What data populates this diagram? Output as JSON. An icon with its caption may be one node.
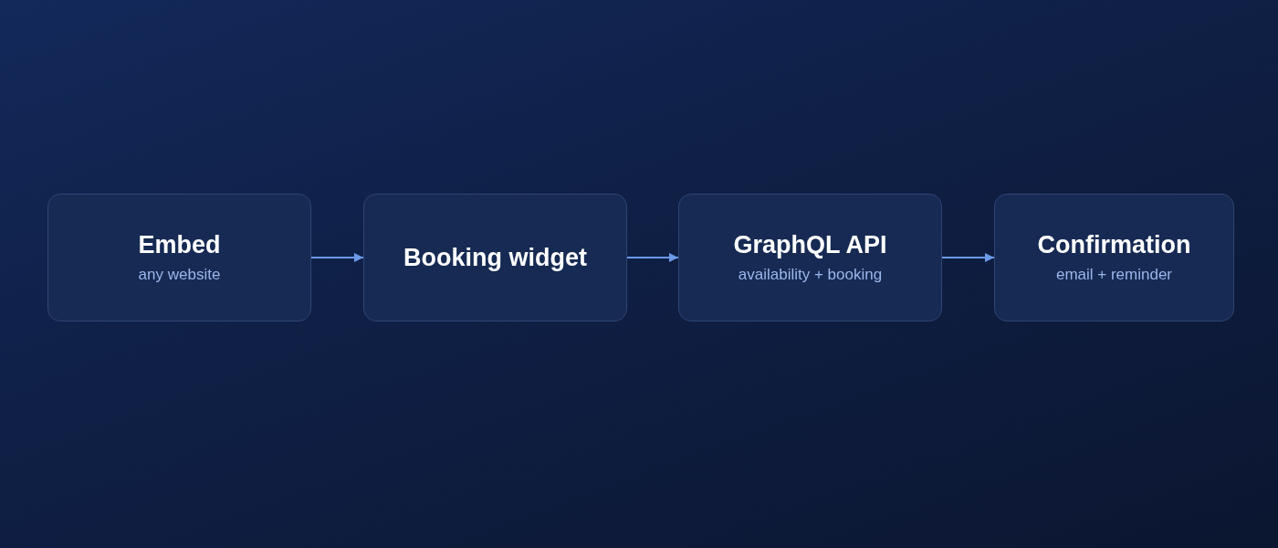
{
  "diagram": {
    "nodes": [
      {
        "text": [
          "Embed",
          "any website"
        ]
      },
      {
        "text": [
          "Booking widget"
        ]
      },
      {
        "text": [
          "GraphQL API",
          "availability + booking"
        ]
      },
      {
        "text": [
          "Confirmation",
          "email + reminder"
        ]
      }
    ],
    "edges": [
      {
        "from": 0,
        "to": 1,
        "arrow": "to"
      },
      {
        "from": 1,
        "to": 2,
        "arrow": "to"
      },
      {
        "from": 2,
        "to": 3,
        "arrow": "to"
      }
    ]
  }
}
